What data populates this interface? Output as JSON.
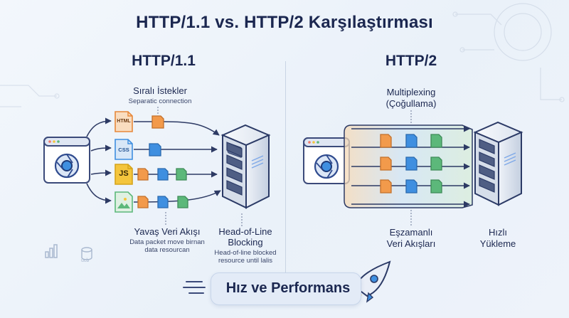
{
  "title": "HTTP/1.1 vs. HTTP/2 Karşılaştırması",
  "http11": {
    "heading": "HTTP/1.1",
    "sequential_title": "Sıralı İstekler",
    "sequential_sub": "Separatic connection",
    "slow_title": "Yavaş Veri Akışı",
    "slow_sub_1": "Data packet move birnan",
    "slow_sub_2": "data resourcan",
    "hol_title_1": "Head-of-Line",
    "hol_title_2": "Blocking",
    "hol_sub_1": "Head-of-line blocked",
    "hol_sub_2": "resource until lalis",
    "file_labels": [
      "HTML",
      "CSS",
      "JS"
    ]
  },
  "http2": {
    "heading": "HTTP/2",
    "mux_title_1": "Multiplexing",
    "mux_title_2": "(Çoğullama)",
    "concurrent_1": "Eşzamanlı",
    "concurrent_2": "Veri Akışları",
    "fast_1": "Hızlı",
    "fast_2": "Yükleme"
  },
  "banner": {
    "label": "Hız ve Performans"
  },
  "decor": {
    "corner_label": "ucb"
  },
  "colors": {
    "orange": "#f29a4b",
    "blue": "#3f8fe0",
    "green": "#5cb87a",
    "yellow": "#f4c53d",
    "navy": "#1b2750",
    "browser_frame": "#3b4a7a"
  },
  "icons": [
    "chrome-icon",
    "server-icon",
    "rocket-icon",
    "html-file-icon",
    "css-file-icon",
    "js-file-icon",
    "image-file-icon"
  ]
}
